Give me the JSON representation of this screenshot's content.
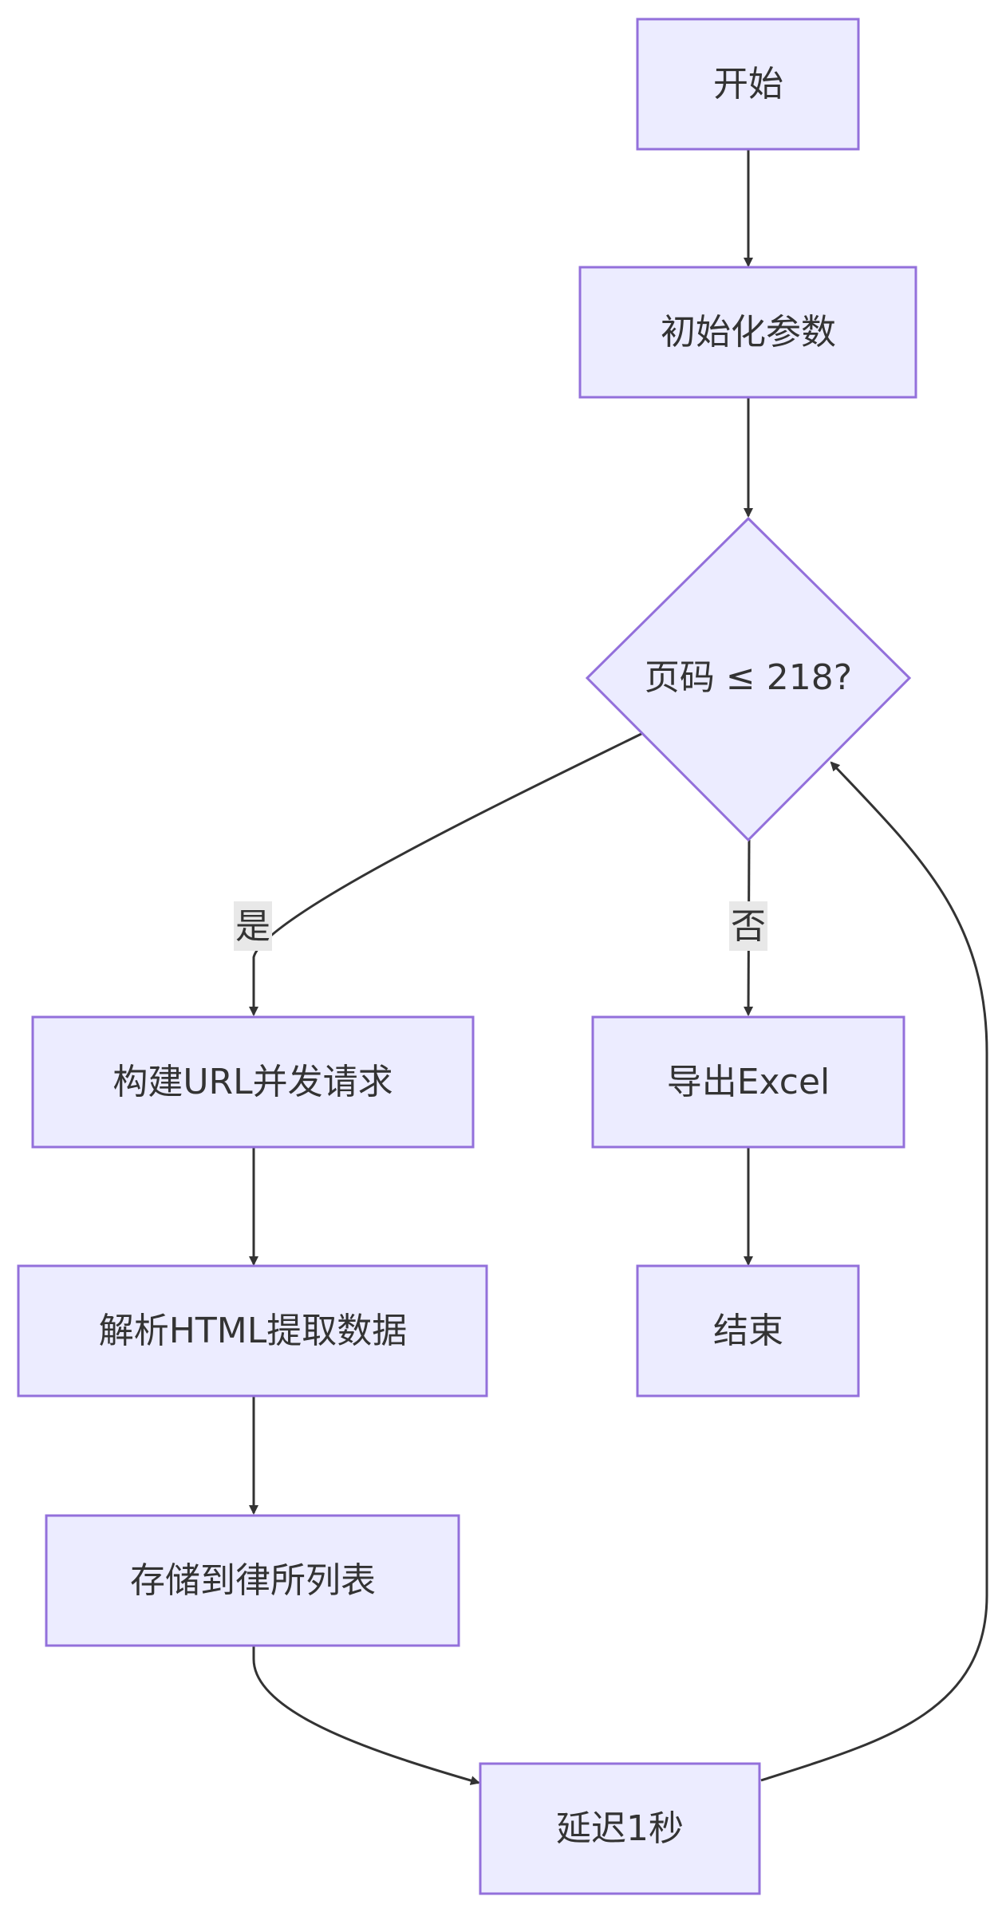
{
  "nodes": {
    "start": "开始",
    "init": "初始化参数",
    "decision": "页码 ≤ 218?",
    "request": "构建URL并发请求",
    "parse": "解析HTML提取数据",
    "store": "存储到律所列表",
    "delay": "延迟1秒",
    "export": "导出Excel",
    "end": "结束"
  },
  "edges": {
    "yes_label": "是",
    "no_label": "否"
  },
  "colors": {
    "node_fill": "#ECECFF",
    "node_stroke": "#9370DB",
    "edge": "#333333",
    "label_bg": "#E8E8E8"
  }
}
